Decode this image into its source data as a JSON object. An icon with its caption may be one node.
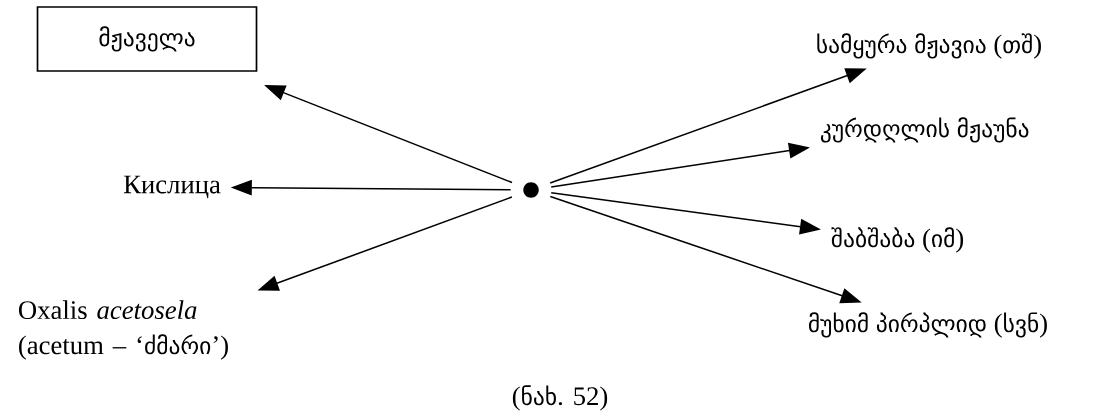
{
  "diagram": {
    "caption": "(ნახ. 52)",
    "nodes": [
      {
        "text": [
          "მჟაველა"
        ]
      },
      {
        "text": [
          "სამყურა მჟავია (თშ)"
        ]
      },
      {
        "text": [
          "კურდღლის მჟაუნა"
        ]
      },
      {
        "text": [
          "Кислица"
        ]
      },
      {
        "text": [],
        "shape": "circle"
      },
      {
        "text": [
          "შაბშაბა (იმ)"
        ]
      },
      {
        "text": [
          "Oxalis *acetosela* (acetum – ‘ძმარი’)"
        ]
      },
      {
        "text": [
          "მუხიმ პირპლიდ (სვნ)"
        ]
      }
    ],
    "edges": [
      {
        "from": 4,
        "to": 0,
        "arrow": "to"
      },
      {
        "from": 4,
        "to": 1,
        "arrow": "to"
      },
      {
        "from": 4,
        "to": 2,
        "arrow": "to"
      },
      {
        "from": 4,
        "to": 3,
        "arrow": "to"
      },
      {
        "from": 4,
        "to": 5,
        "arrow": "to"
      },
      {
        "from": 4,
        "to": 6,
        "arrow": "to"
      },
      {
        "from": 4,
        "to": 7,
        "arrow": "to"
      }
    ]
  }
}
